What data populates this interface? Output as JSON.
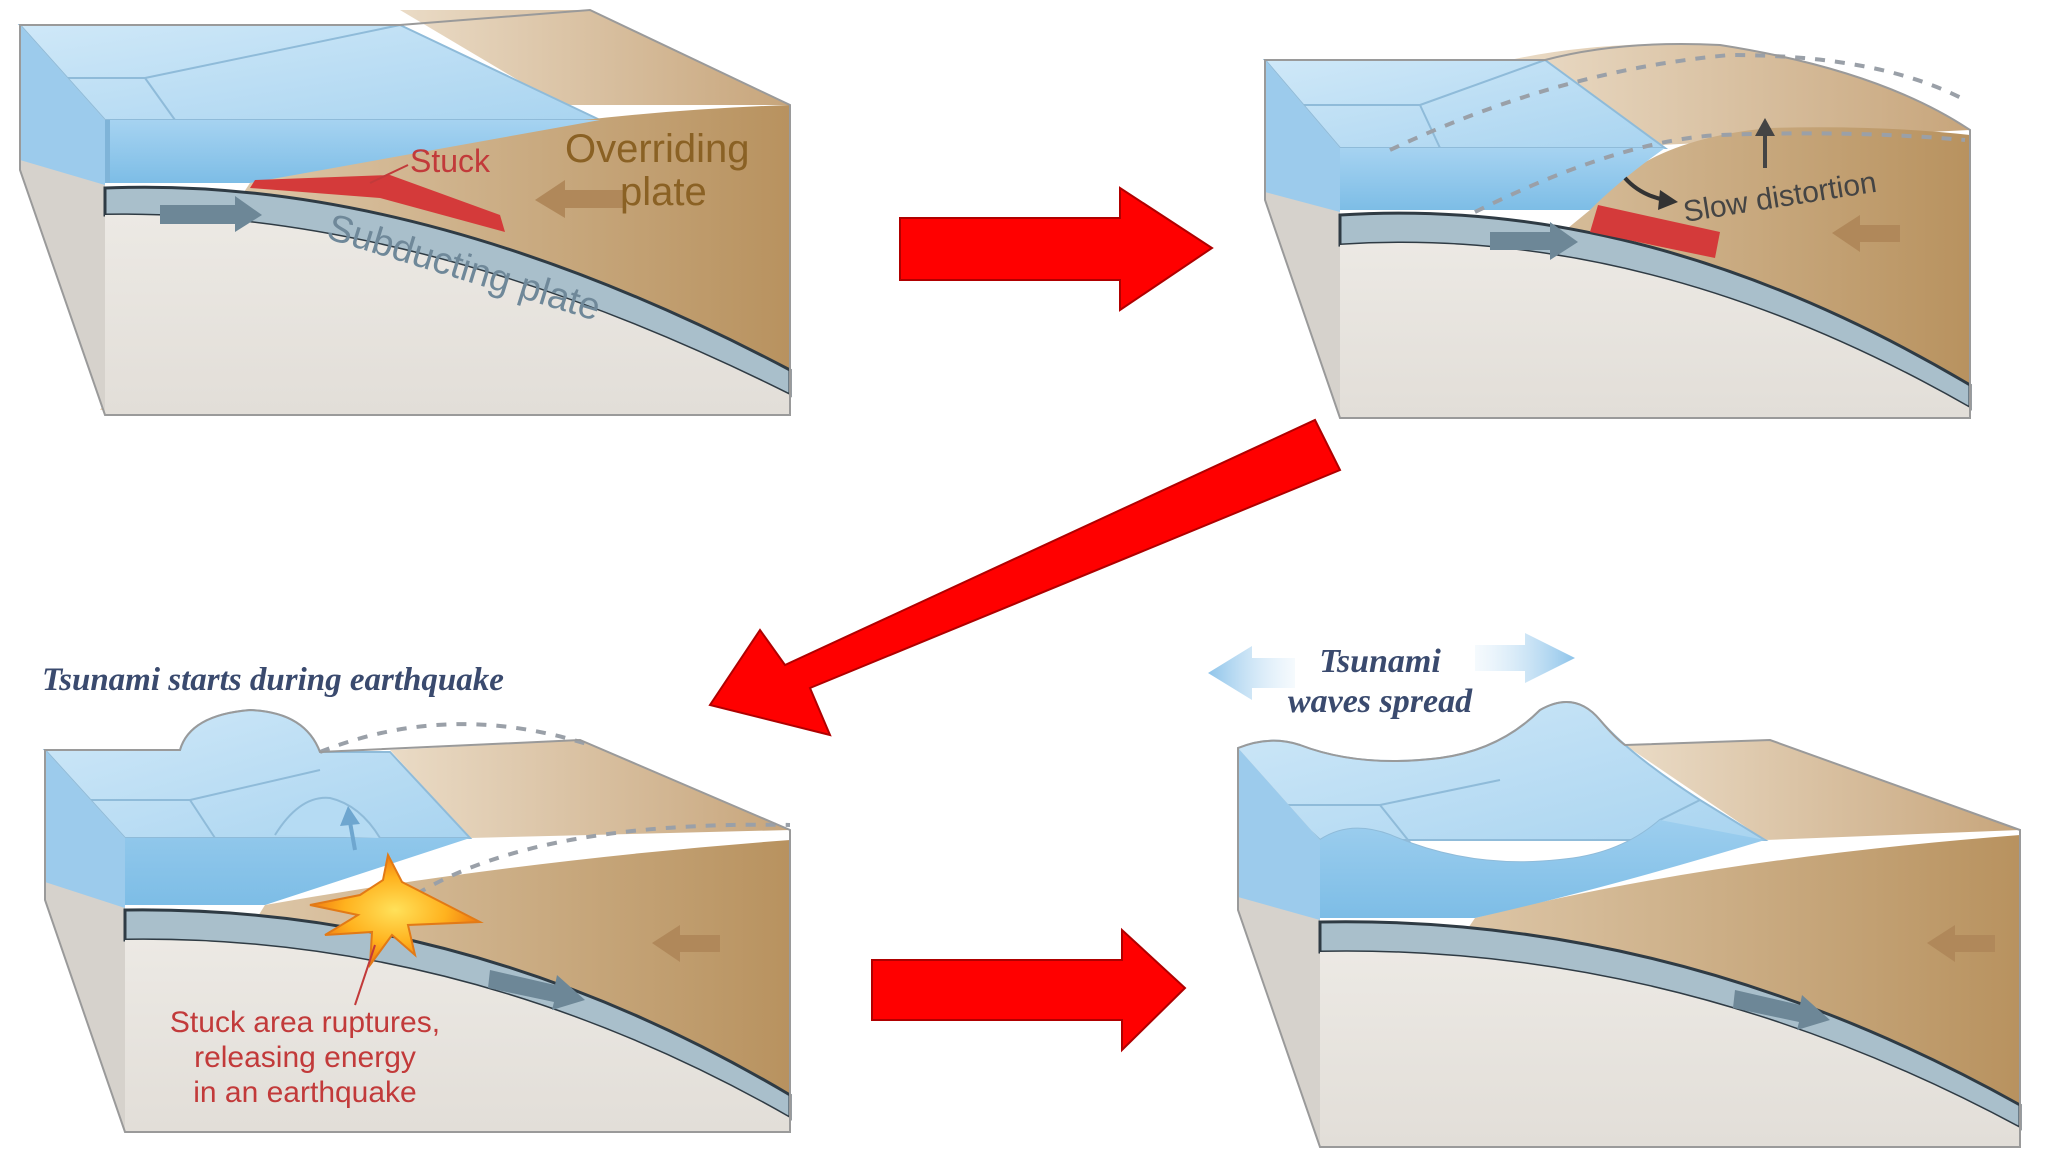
{
  "panel1": {
    "stuck": "Stuck",
    "overriding_line1": "Overriding",
    "overriding_line2": "plate",
    "subducting": "Subducting plate"
  },
  "panel2": {
    "slow_distortion": "Slow distortion"
  },
  "panel3": {
    "title": "Tsunami starts during earthquake",
    "rupture_line1": "Stuck area ruptures,",
    "rupture_line2": "releasing energy",
    "rupture_line3": "in an earthquake"
  },
  "panel4": {
    "title_line1": "Tsunami",
    "title_line2": "waves spread"
  },
  "colors": {
    "water_top": "#bfe0f5",
    "water_side": "#8fc8ec",
    "land": "#c9a880",
    "land_light": "#e4cfb3",
    "slab": "#9fb6c2",
    "ground": "#e9e6e1",
    "stuck_red": "#d43a3a",
    "flow_arrow": "#ff0000",
    "label_red": "#c23a3a",
    "label_brown": "#8a6124",
    "label_slate": "#6f8899",
    "title_navy": "#3a4a6e"
  }
}
